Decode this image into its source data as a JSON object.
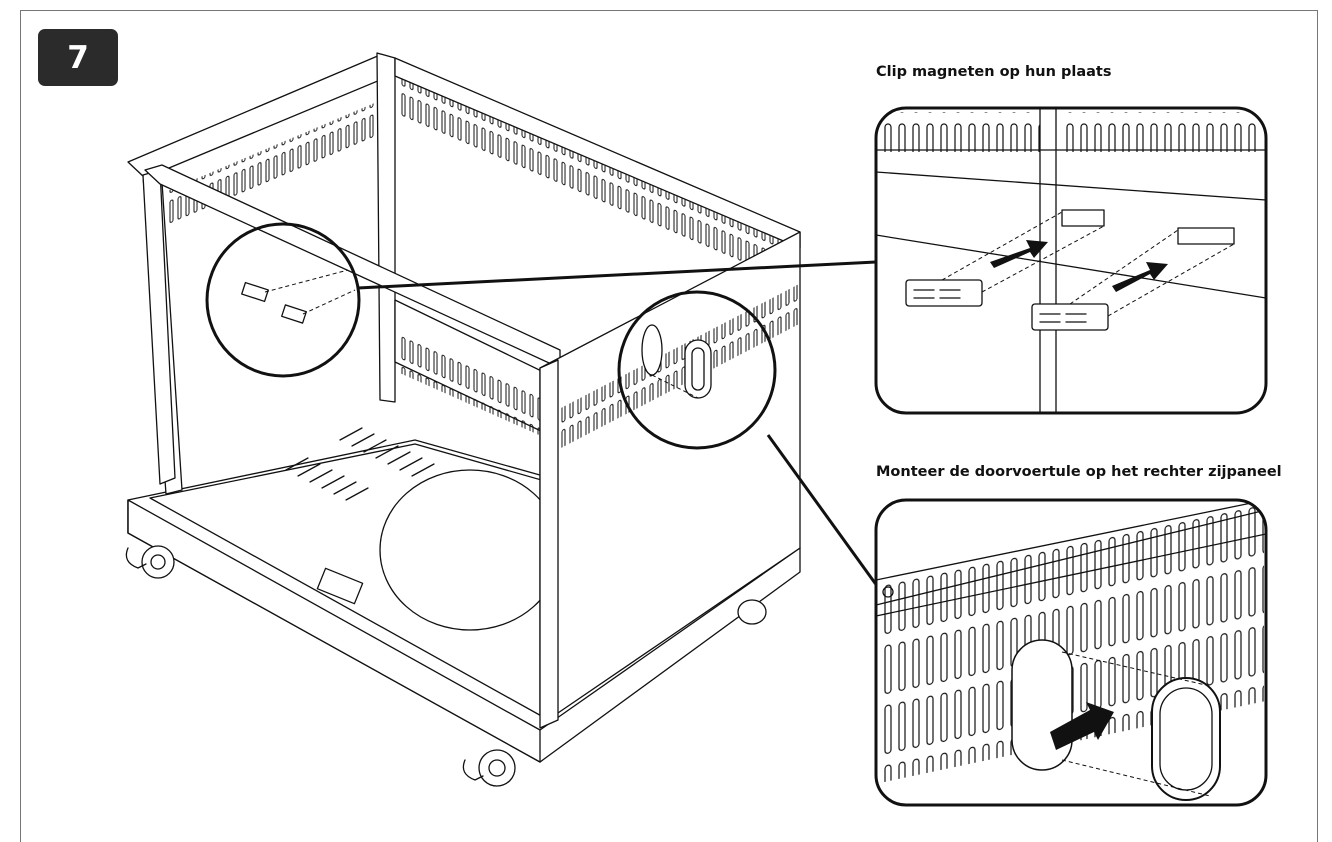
{
  "step": {
    "number": "7"
  },
  "detail_top": {
    "caption": "Clip magneten op hun plaats"
  },
  "detail_bottom": {
    "caption": "Monteer de doorvoertule op het rechter zijpaneel"
  }
}
